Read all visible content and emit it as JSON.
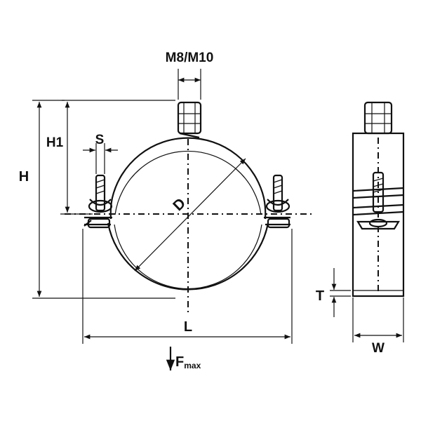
{
  "labels": {
    "thread": "M8/M10",
    "h1": "H1",
    "s": "S",
    "h": "H",
    "d": "D",
    "l": "L",
    "t": "T",
    "w": "W",
    "fmax_main": "F",
    "fmax_sub": "max"
  },
  "colors": {
    "ink": "#111111",
    "background": "#ffffff"
  }
}
